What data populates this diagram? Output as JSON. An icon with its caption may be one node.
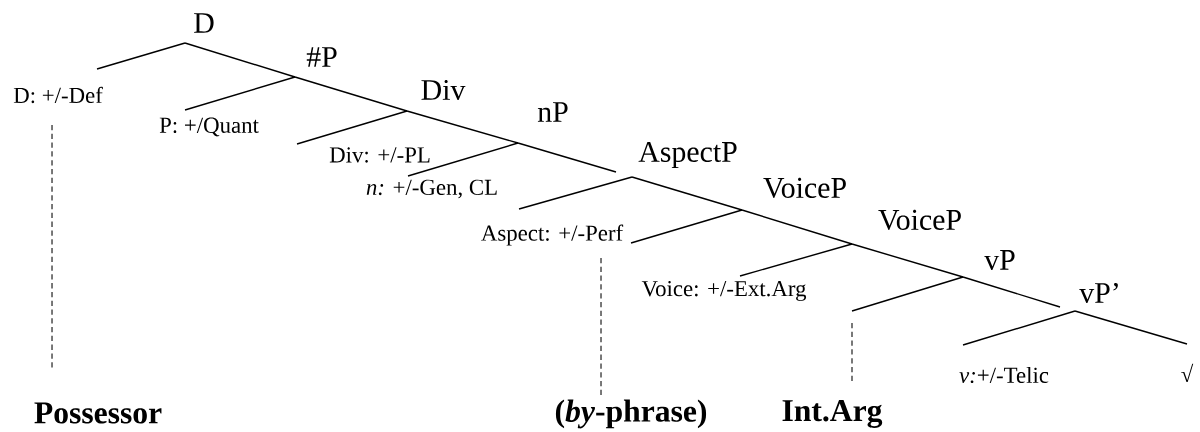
{
  "diagram": {
    "nodes": [
      {
        "text": [
          "D"
        ]
      },
      {
        "text": [
          "D: +/-Def"
        ]
      },
      {
        "text": [
          "#P"
        ]
      },
      {
        "text": [
          "P: +/Quant"
        ]
      },
      {
        "text": [
          "Div"
        ]
      },
      {
        "text": [
          "Div: +/-PL"
        ]
      },
      {
        "text": [
          "nP"
        ]
      },
      {
        "text": [
          "*n:* +/-Gen, CL"
        ]
      },
      {
        "text": [
          "AspectP"
        ]
      },
      {
        "text": [
          "Aspect: +/-Perf"
        ]
      },
      {
        "text": [
          "VoiceP"
        ]
      },
      {
        "text": [
          "VoiceP"
        ]
      },
      {
        "text": [
          "Voice: +/-Ext.Arg"
        ]
      },
      {
        "text": [
          "vP"
        ]
      },
      {
        "text": [
          "vP’"
        ]
      },
      {
        "text": [
          "*v:*+/-Telic"
        ]
      },
      {
        "text": [
          "√"
        ]
      },
      {
        "text": [
          "Possessor"
        ]
      },
      {
        "text": [
          "(*by*-phrase)"
        ]
      },
      {
        "text": [
          "Int.Arg"
        ]
      }
    ],
    "edges": [
      {
        "from": 0,
        "to": 1,
        "arrow": "none"
      },
      {
        "from": 0,
        "to": 2,
        "arrow": "none"
      },
      {
        "from": 2,
        "to": 3,
        "arrow": "none"
      },
      {
        "from": 2,
        "to": 4,
        "arrow": "none"
      },
      {
        "from": 4,
        "to": 5,
        "arrow": "none"
      },
      {
        "from": 4,
        "to": 6,
        "arrow": "none"
      },
      {
        "from": 6,
        "to": 7,
        "arrow": "none"
      },
      {
        "from": 6,
        "to": 8,
        "arrow": "none"
      },
      {
        "from": 8,
        "to": 9,
        "arrow": "none"
      },
      {
        "from": 8,
        "to": 10,
        "arrow": "none"
      },
      {
        "from": 10,
        "to": 9,
        "arrow": "none"
      },
      {
        "from": 10,
        "to": 11,
        "arrow": "none"
      },
      {
        "from": 11,
        "to": 12,
        "arrow": "none"
      },
      {
        "from": 11,
        "to": 13,
        "arrow": "none"
      },
      {
        "from": 13,
        "to": null,
        "arrow": "none"
      },
      {
        "from": 13,
        "to": 14,
        "arrow": "none"
      },
      {
        "from": 14,
        "to": 15,
        "arrow": "none"
      },
      {
        "from": 14,
        "to": 16,
        "arrow": "none"
      },
      {
        "from": 1,
        "to": 17,
        "arrow": "none",
        "style": "dashed"
      },
      {
        "from": 9,
        "to": 18,
        "arrow": "none",
        "style": "dashed"
      },
      {
        "from": null,
        "to": 19,
        "arrow": "none",
        "style": "dashed"
      }
    ]
  }
}
